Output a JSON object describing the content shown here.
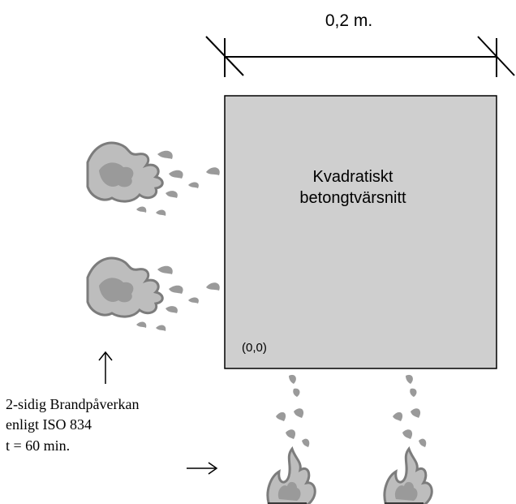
{
  "dimension": {
    "label": "0,2 m."
  },
  "cross_section": {
    "label_line1": "Kvadratiskt",
    "label_line2": "betongtvärsnitt",
    "origin_label": "(0,0)",
    "fill_color": "#cfcfcf"
  },
  "fire_exposure": {
    "line1": "2-sidig Brandpåverkan",
    "line2": "enligt ISO 834",
    "line3": "t = 60 min."
  },
  "colors": {
    "flame_light": "#bdbdbd",
    "flame_dark": "#7c7c7c",
    "ember": "#3a3a3a"
  }
}
